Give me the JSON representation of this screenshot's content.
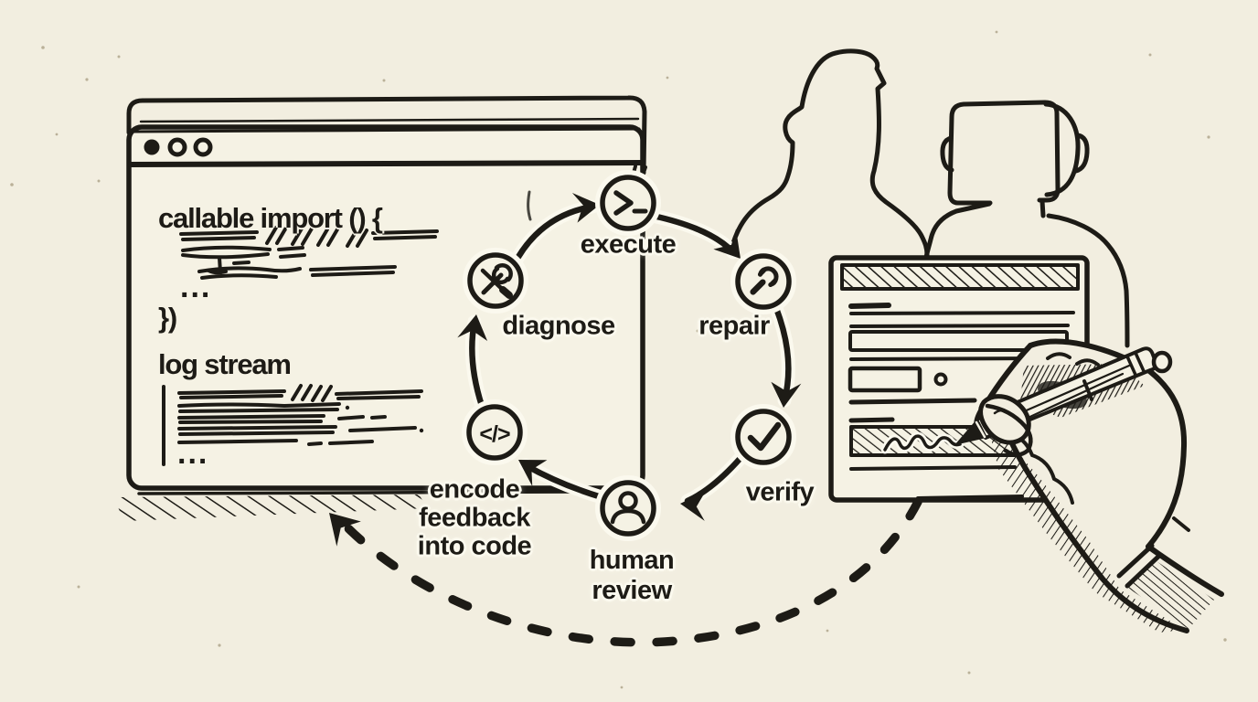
{
  "illustration": {
    "style": "hand-drawn-ink-sketch",
    "bg_color": "#f2eee0",
    "ink_color": "#1d1b16",
    "halo_color": "#fbf9ee",
    "paper_fill": "#f5f2e4",
    "background_figures": [
      "human-silhouette",
      "robot-silhouette"
    ]
  },
  "browser_window": {
    "traffic_lights": [
      "filled",
      "outline",
      "outline"
    ],
    "code_heading": "callable import () {",
    "code_ellipsis": "...",
    "code_close": "})",
    "log_heading": "log stream",
    "log_ellipsis": "..."
  },
  "loop": {
    "nodes": [
      {
        "id": "execute",
        "icon": "terminal-prompt-icon",
        "lines": [
          "execute"
        ]
      },
      {
        "id": "repair",
        "icon": "wrench-icon",
        "lines": [
          "repair"
        ]
      },
      {
        "id": "verify",
        "icon": "checkmark-icon",
        "lines": [
          "verify"
        ]
      },
      {
        "id": "human-review",
        "icon": "person-icon",
        "lines": [
          "human",
          "review"
        ]
      },
      {
        "id": "encode-feedback",
        "icon": "code-brackets-icon",
        "icon_glyph": "</>",
        "lines": [
          "encode",
          "feedback",
          "into code"
        ]
      },
      {
        "id": "diagnose",
        "icon": "crossed-tools-icon",
        "lines": [
          "diagnose"
        ]
      }
    ],
    "feedback_arrow": "dashed-arrow-from-form-to-code-window"
  },
  "form_document": {
    "elements": [
      "hatched-header-bar",
      "text-lines",
      "input-field",
      "checkbox-field",
      "radio-circle",
      "hatched-signature-field",
      "signature-scribble"
    ]
  }
}
